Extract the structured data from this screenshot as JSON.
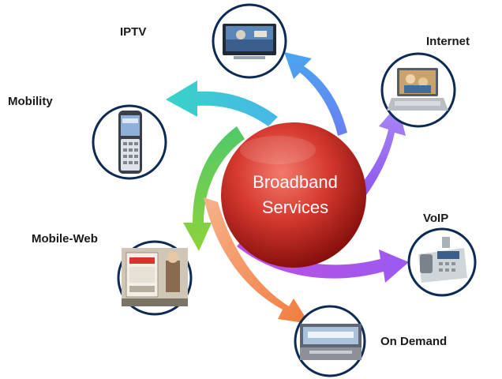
{
  "center": {
    "line1": "Broadband",
    "line2": "Services"
  },
  "services": {
    "iptv": "IPTV",
    "internet": "Internet",
    "mobility": "Mobility",
    "voip": "VoIP",
    "mobile_web": "Mobile-Web",
    "on_demand": "On Demand"
  },
  "colors": {
    "arrow_blue": "#4f8ff0",
    "arrow_purple": "#a264ee",
    "arrow_teal": "#3fcbd3",
    "arrow_green": "#74c83a",
    "arrow_orange": "#f5935a",
    "arrow_violet": "#b24fe0",
    "sphere_center": "#e2554a",
    "sphere_edge": "#8a0d0a",
    "circle_border": "#0d2a55"
  },
  "icons": {
    "iptv": "flat-screen-tv-icon",
    "internet": "laptop-icon",
    "mobility": "mobile-phone-icon",
    "voip": "desk-phone-icon",
    "mobile_web": "billboard-icon",
    "on_demand": "video-screen-icon"
  }
}
